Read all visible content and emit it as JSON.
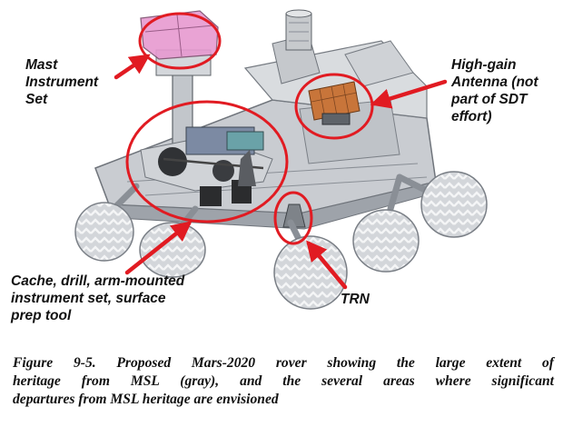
{
  "callouts": {
    "mast": [
      "Mast",
      "Instrument",
      "Set"
    ],
    "hga": [
      "High-gain",
      "Antenna (not",
      "part of SDT",
      "effort)"
    ],
    "cache": [
      "Cache, drill, arm-mounted",
      "instrument set, surface",
      "prep tool"
    ],
    "trn": [
      "TRN"
    ]
  },
  "caption": [
    "Figure 9-5. Proposed Mars-2020 rover showing the large extent of",
    "heritage from MSL (gray), and the several areas where significant",
    "departures from MSL heritage are envisioned"
  ],
  "colors": {
    "highlight_red": "#e11b22",
    "rover_gray": "#b8bcc2",
    "mast_pink": "#e79ad0",
    "antenna_orange": "#c8753a"
  }
}
